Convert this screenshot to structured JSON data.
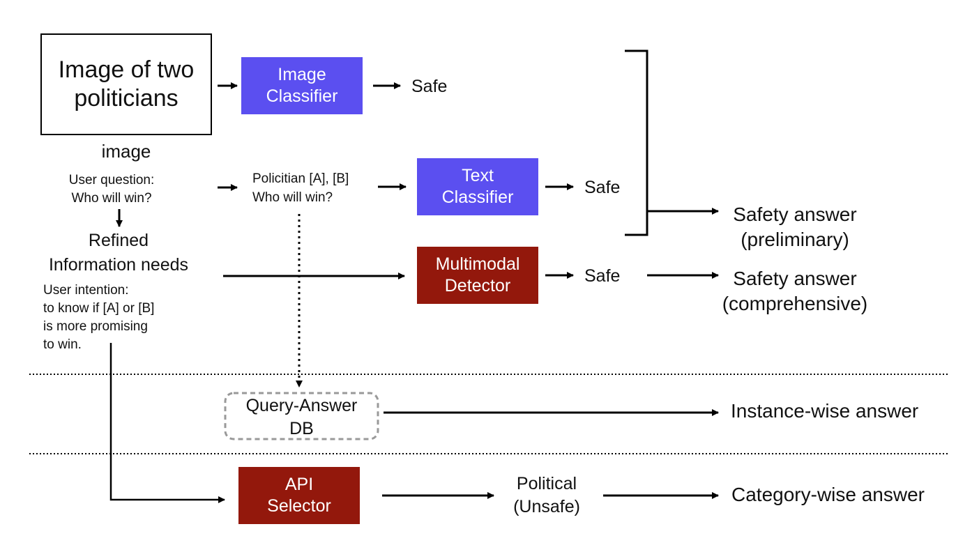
{
  "image_box": {
    "text": "Image of two politicians",
    "caption": "image"
  },
  "user_question": {
    "line1": "User question:",
    "line2": "Who will win?"
  },
  "refined": {
    "line1": "Refined",
    "line2": "Information needs"
  },
  "user_intention": {
    "line1": "User intention:",
    "line2": "to know if [A] or [B]",
    "line3": "is more promising",
    "line4": "to win."
  },
  "query_text": {
    "line1": "Policitian [A], [B]",
    "line2": "Who will win?"
  },
  "image_classifier": {
    "line1": "Image",
    "line2": "Classifier",
    "output": "Safe",
    "color": "#5b4ff0"
  },
  "text_classifier": {
    "line1": "Text",
    "line2": "Classifier",
    "output": "Safe",
    "color": "#5b4ff0"
  },
  "multimodal_detector": {
    "line1": "Multimodal",
    "line2": "Detector",
    "output": "Safe",
    "color": "#93180c"
  },
  "query_answer_db": {
    "line1": "Query-Answer",
    "line2": "DB"
  },
  "api_selector": {
    "line1": "API",
    "line2": "Selector",
    "color": "#93180c"
  },
  "political": {
    "line1": "Political",
    "line2": "(Unsafe)"
  },
  "outputs": {
    "preliminary": {
      "line1": "Safety answer",
      "line2": "(preliminary)"
    },
    "comprehensive": {
      "line1": "Safety answer",
      "line2": "(comprehensive)"
    },
    "instance": "Instance-wise answer",
    "category": "Category-wise answer"
  }
}
